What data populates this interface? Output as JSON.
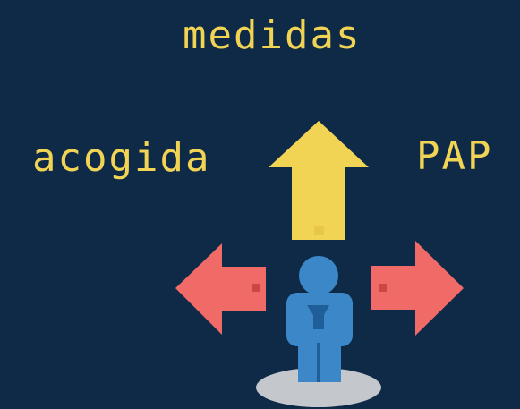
{
  "labels": {
    "top": "medidas",
    "left": "acogida",
    "right": "PAP"
  },
  "colors": {
    "background": "#0e2a47",
    "text": "#f2d454",
    "arrow_up": "#f2d454",
    "arrow_up_mark": "#e8c64a",
    "arrow_side": "#f06a67",
    "arrow_side_mark": "#c94844",
    "person": "#3c87c7",
    "person_tie": "#1f5e99",
    "platform": "#c4c8cc"
  },
  "icons": {
    "center": "person-icon",
    "up": "arrow-up-icon",
    "left": "arrow-left-icon",
    "right": "arrow-right-icon",
    "base": "platform-icon"
  }
}
